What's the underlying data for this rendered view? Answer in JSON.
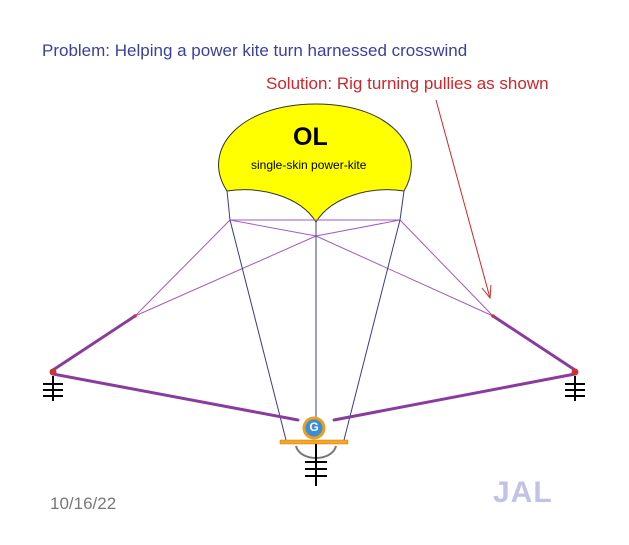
{
  "problem_text": "Problem: Helping a power kite turn harnessed crosswind",
  "solution_text": "Solution: Rig turning pullies as shown",
  "kite": {
    "name": "OL",
    "description": "single-skin power-kite"
  },
  "generator_label": "G",
  "date": "10/16/22",
  "author": "JAL",
  "colors": {
    "problem_text": "#3a3fa0",
    "solution_text": "#d0262b",
    "kite_fill": "#ffff00",
    "rigging_lines": "#8a3c9e",
    "pulley": "#cc3333",
    "ground_bar": "#f5a623",
    "generator": "#3a8ed8",
    "author_watermark": "#c2c2e6"
  },
  "icons": [
    "ground-anchor-icon",
    "pulley-icon",
    "generator-icon"
  ]
}
